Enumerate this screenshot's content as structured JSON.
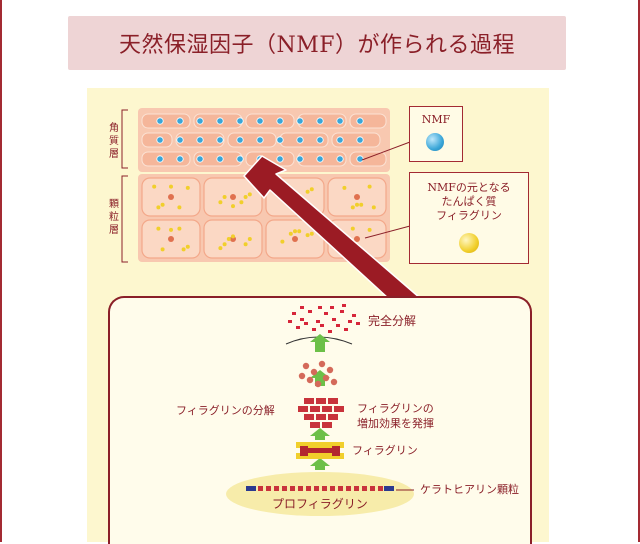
{
  "title": "天然保湿因子（NMF）が作られる過程",
  "layers": {
    "stratum_corneum": "角質層",
    "granular_layer": "顆粒層"
  },
  "legend": {
    "nmf": "NMF",
    "filaggrin_precursor_line1": "NMFの元となる",
    "filaggrin_precursor_line2": "たんぱく質",
    "filaggrin_precursor_line3": "フィラグリン"
  },
  "process": {
    "complete_decomposition": "完全分解",
    "filaggrin_decomposition": "フィラグリンの分解",
    "filaggrin_boost_line1": "フィラグリンの",
    "filaggrin_boost_line2": "増加効果を発揮",
    "filaggrin": "フィラグリン",
    "keratohyalin": "ケラトヒアリン顆粒",
    "profilaggrin": "プロフィラグリン"
  },
  "colors": {
    "frame": "#a32a33",
    "title_bg": "#eed4d5",
    "title_text": "#8a1f28",
    "background": "#fdf7cf",
    "cell_fill": "#f5b69a",
    "cell_light": "#fbd8c4",
    "nmf_dot": "#3aa6d8",
    "filaggrin_dot": "#f1cf2b",
    "arrow_green": "#6cc048",
    "arrow_red": "#9b1b24",
    "granule": "#f7ecaa"
  }
}
